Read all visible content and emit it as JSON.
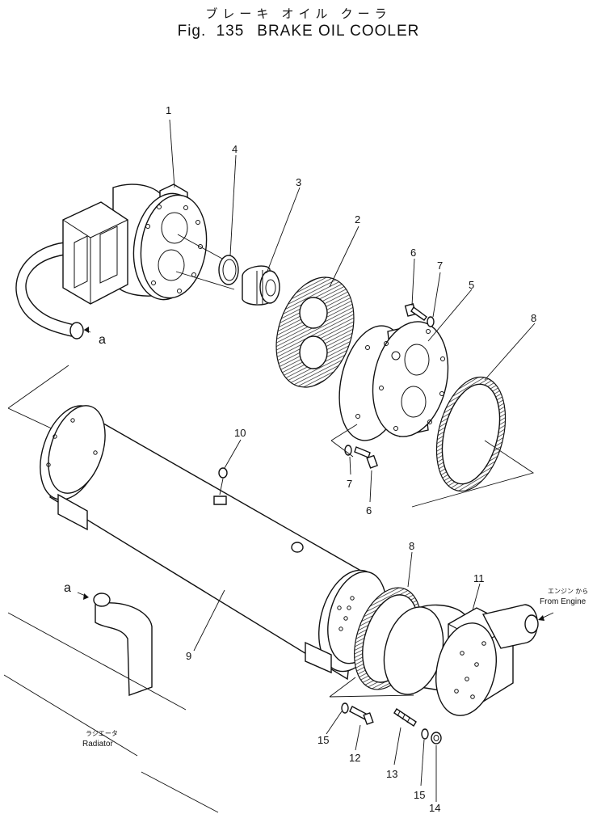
{
  "title": {
    "japanese": "ブレーキ オイル クーラ",
    "figure_label": "Fig.",
    "figure_number": "135",
    "english": "BRAKE OIL COOLER"
  },
  "callouts": [
    {
      "id": "c1",
      "label": "1"
    },
    {
      "id": "c4",
      "label": "4"
    },
    {
      "id": "c3",
      "label": "3"
    },
    {
      "id": "c2",
      "label": "2"
    },
    {
      "id": "c6a",
      "label": "6"
    },
    {
      "id": "c7a",
      "label": "7"
    },
    {
      "id": "c5",
      "label": "5"
    },
    {
      "id": "c8a",
      "label": "8"
    },
    {
      "id": "c10",
      "label": "10"
    },
    {
      "id": "c7b",
      "label": "7"
    },
    {
      "id": "c6b",
      "label": "6"
    },
    {
      "id": "c8b",
      "label": "8"
    },
    {
      "id": "c11",
      "label": "11"
    },
    {
      "id": "c9",
      "label": "9"
    },
    {
      "id": "c15a",
      "label": "15"
    },
    {
      "id": "c12",
      "label": "12"
    },
    {
      "id": "c13",
      "label": "13"
    },
    {
      "id": "c15b",
      "label": "15"
    },
    {
      "id": "c14",
      "label": "14"
    }
  ],
  "connection_marks": {
    "a_top": "a",
    "a_bottom": "a"
  },
  "notes": {
    "engine_jp": "エンジン から",
    "engine_en": "From Engine",
    "radiator_jp": "ラジエータ",
    "radiator_en": "Radiator"
  }
}
